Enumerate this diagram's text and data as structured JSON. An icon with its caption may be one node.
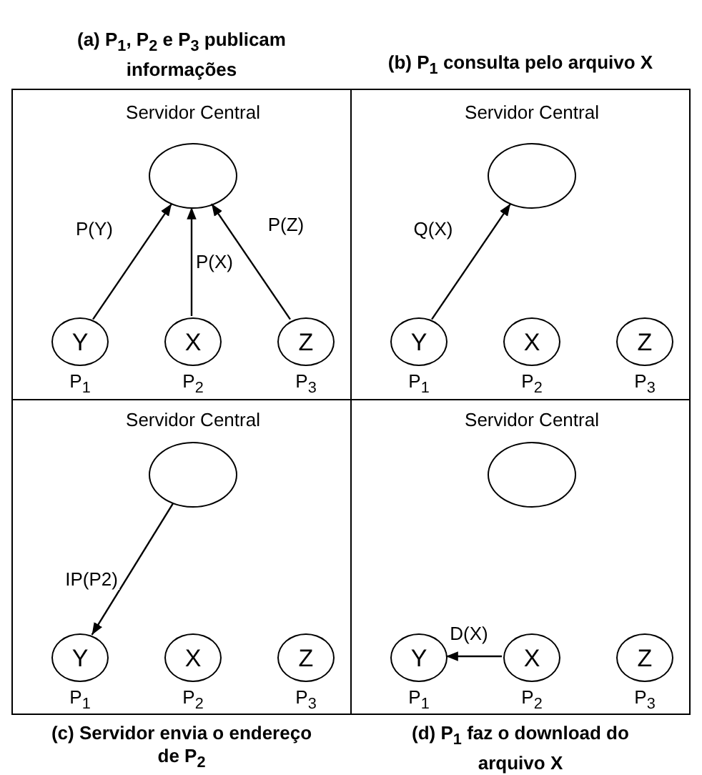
{
  "diagram": {
    "nodes": [
      {
        "text": [
          "(a) P$_{1}$, P$_{2}$ e P$_{3}$ publicam informações"
        ]
      },
      {
        "text": [],
        "shape": "circle",
        "beside": [
          "Servidor Central"
        ],
        "in": 0
      },
      {
        "text": [
          "Y"
        ],
        "beside": [
          "P$_{1}$"
        ],
        "in": 0
      },
      {
        "text": [
          "X"
        ],
        "beside": [
          "P$_{2}$"
        ],
        "in": 0
      },
      {
        "text": [
          "Z"
        ],
        "beside": [
          "P$_{3}$"
        ],
        "in": 0
      },
      {
        "text": [
          "(b) P$_{1}$ consulta pelo arquivo X"
        ]
      },
      {
        "text": [],
        "shape": "circle",
        "beside": [
          "Servidor Central"
        ],
        "in": 5
      },
      {
        "text": [
          "Y"
        ],
        "beside": [
          "P$_{1}$"
        ],
        "in": 5
      },
      {
        "text": [
          "X"
        ],
        "beside": [
          "P$_{2}$"
        ],
        "in": 5
      },
      {
        "text": [
          "Z"
        ],
        "beside": [
          "P$_{3}$"
        ],
        "in": 5
      },
      {
        "text": [
          "(c) Servidor envia o endereço de P$_{2}$"
        ]
      },
      {
        "text": [],
        "shape": "circle",
        "beside": [
          "Servidor Central"
        ],
        "in": 10
      },
      {
        "text": [
          "Y"
        ],
        "beside": [
          "P$_{1}$"
        ],
        "in": 10
      },
      {
        "text": [
          "X"
        ],
        "beside": [
          "P$_{2}$"
        ],
        "in": 10
      },
      {
        "text": [
          "Z"
        ],
        "beside": [
          "P$_{3}$"
        ],
        "in": 10
      },
      {
        "text": [
          "(d) P$_{1}$ faz o download do arquivo X"
        ]
      },
      {
        "text": [],
        "shape": "circle",
        "beside": [
          "Servidor Central"
        ],
        "in": 15
      },
      {
        "text": [
          "Y"
        ],
        "beside": [
          "P$_{1}$"
        ],
        "in": 15
      },
      {
        "text": [
          "X"
        ],
        "beside": [
          "P$_{2}$"
        ],
        "in": 15
      },
      {
        "text": [
          "Z"
        ],
        "beside": [
          "P$_{3}$"
        ],
        "in": 15
      }
    ],
    "edges": [
      {
        "from": 2,
        "to": 1,
        "arrow": "to",
        "label": "P(Y)"
      },
      {
        "from": 3,
        "to": 1,
        "arrow": "to",
        "label": "P(X)"
      },
      {
        "from": 4,
        "to": 1,
        "arrow": "to",
        "label": "P(Z)"
      },
      {
        "from": 7,
        "to": 6,
        "arrow": "to",
        "label": "Q(X)"
      },
      {
        "from": 11,
        "to": 12,
        "arrow": "to",
        "label": "IP(P2)"
      },
      {
        "from": 18,
        "to": 17,
        "arrow": "to",
        "label": "D(X)"
      }
    ]
  }
}
